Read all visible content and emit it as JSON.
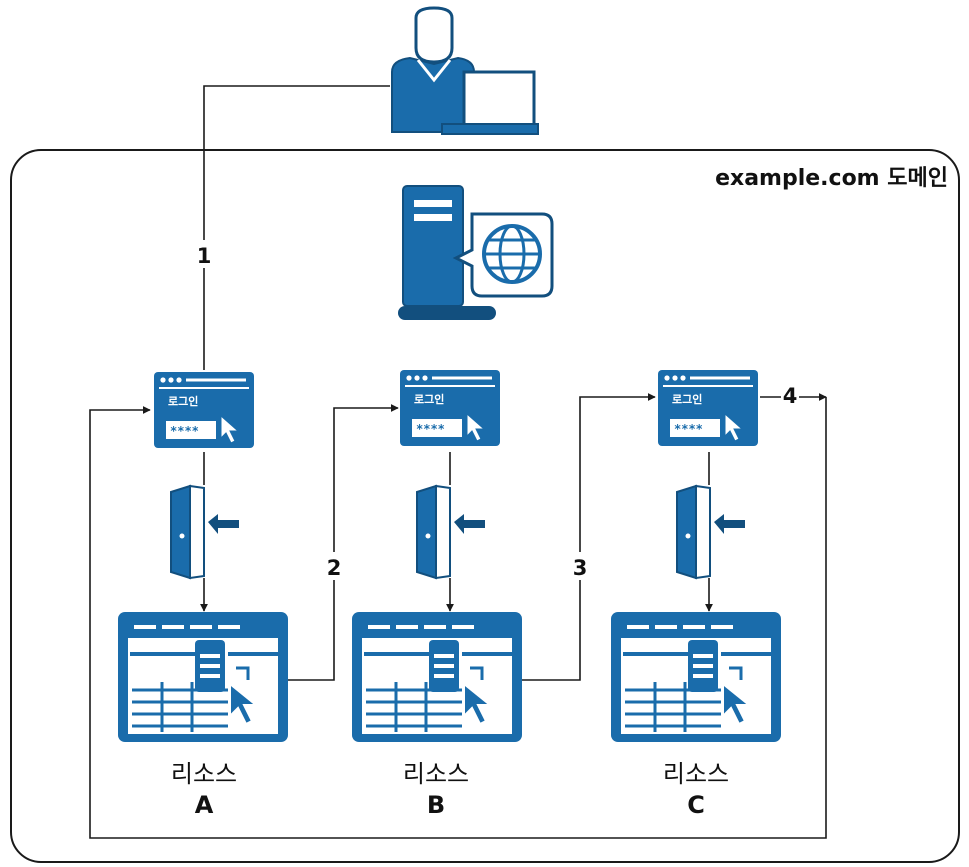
{
  "domain_label": "example.com 도메인",
  "steps": [
    "1",
    "2",
    "3",
    "4"
  ],
  "login_form": {
    "label": "로그인",
    "password": "****"
  },
  "resources": [
    {
      "label": "리소스",
      "id": "A"
    },
    {
      "label": "리소스",
      "id": "B"
    },
    {
      "label": "리소스",
      "id": "C"
    }
  ],
  "colors": {
    "primary": "#1a6cab",
    "dark": "#124f7e",
    "line": "#1a1a1a"
  },
  "icons": [
    "user-icon",
    "laptop-icon",
    "server-icon",
    "globe-icon",
    "login-window-icon",
    "door-icon",
    "resource-app-icon",
    "cursor-icon"
  ]
}
